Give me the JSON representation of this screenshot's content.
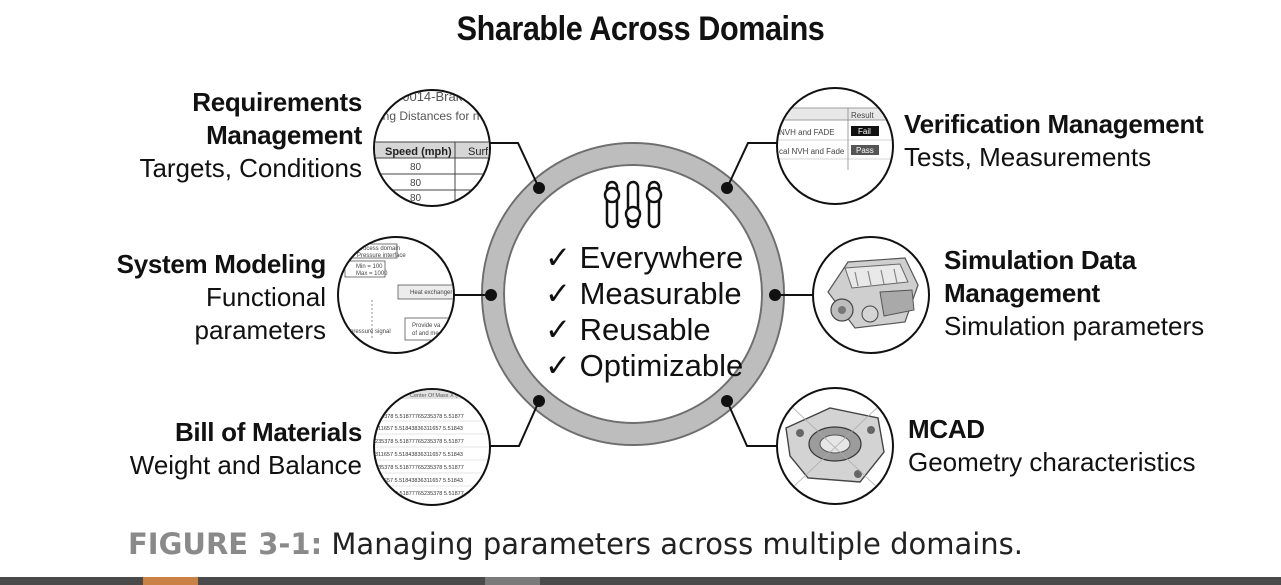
{
  "title": "Sharable Across Domains",
  "center": {
    "icon": "sliders-icon",
    "items": [
      "Everywhere",
      "Measurable",
      "Reusable",
      "Optimizable"
    ],
    "check_mark": "✓"
  },
  "domains": {
    "requirements": {
      "heading_line1": "Requirements",
      "heading_line2": "Management",
      "subtitle": "Targets, Conditions",
      "thumb": {
        "t1": "00014-Brak",
        "t2": "ing Distances for n",
        "col1": "Speed (mph)",
        "col2": "Surf",
        "v1": "80",
        "v2": "80",
        "v3": "80"
      }
    },
    "system_modeling": {
      "heading": "System Modeling",
      "sub1": "Functional",
      "sub2": "parameters",
      "thumb": {
        "a": "Process domain",
        "b": "Pressure interface",
        "c": "Min = 100",
        "d": "Max = 1000",
        "e": "Heat exchanger",
        "f": "pressure signal",
        "g": "Provide va",
        "h": "of and me"
      }
    },
    "bom": {
      "heading": "Bill of Materials",
      "subtitle": "Weight and Balance",
      "thumb": {
        "header": "Center Of Mass X (..",
        "r1": "5235378  5.51877765235378  5.51877",
        "r2": "8311657  5.51843836311657  5.51843",
        "r3": "5235378  5.51877765235378  5.51877",
        "r4": "8311657  5.51843836311657  5.51843",
        "r5": "5235378  5.51877765235378  5.51877",
        "r6": "8311657  5.51843836311657  5.51843",
        "r7": "5235378  5.51877765235378  5.51877"
      }
    },
    "verification": {
      "heading": "Verification Management",
      "subtitle": "Tests, Measurements",
      "thumb": {
        "result": "Result",
        "row1": "NVH and FADE",
        "row2": "cal NVH and Fade",
        "fail": "Fail",
        "pass": "Pass"
      }
    },
    "simulation": {
      "heading_line1": "Simulation Data",
      "heading_line2": "Management",
      "subtitle": "Simulation parameters"
    },
    "mcad": {
      "heading": "MCAD",
      "subtitle": "Geometry characteristics"
    }
  },
  "caption": {
    "figure_label": "FIGURE 3-1:",
    "text": " Managing parameters across multiple domains."
  },
  "colors": {
    "ring": "#bdbdbd",
    "ring_stroke": "#7a7a7a",
    "caption_label": "#8a8a8a",
    "bar": "#4a4a4a",
    "bar_accent": "#c98145"
  }
}
